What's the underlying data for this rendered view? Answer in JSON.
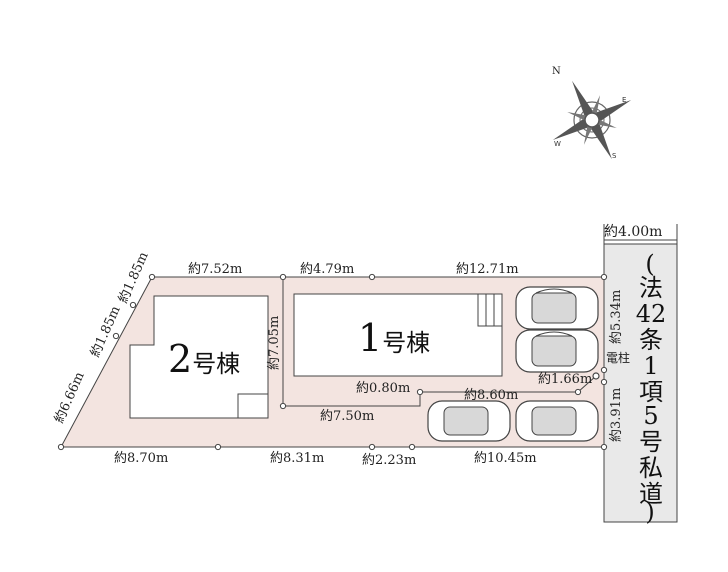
{
  "compass": {
    "n": "N",
    "e": "E",
    "s": "S",
    "w": "W",
    "icon": "compass-rose-icon"
  },
  "road": {
    "width_label": "約4.00m",
    "chars": [
      "(",
      "法",
      "42",
      "条",
      "1",
      "項",
      "5",
      "号",
      "私",
      "道",
      ")"
    ]
  },
  "buildings": {
    "b1": {
      "num": "1",
      "suffix": "号棟"
    },
    "b2": {
      "num": "2",
      "suffix": "号棟"
    }
  },
  "utility_pole_label": "電柱",
  "dimensions": {
    "top_7_52": "約7.52m",
    "top_4_79": "約4.79m",
    "top_12_71": "約12.71m",
    "left_1_85_a": "約1.85m",
    "left_1_85_b": "約1.85m",
    "left_6_66": "約6.66m",
    "mid_7_05": "約7.05m",
    "mid_0_80": "約0.80m",
    "mid_8_60": "約8.60m",
    "mid_7_50": "約7.50m",
    "right_5_34": "約5.34m",
    "right_1_66": "約1.66m",
    "right_3_91": "約3.91m",
    "bot_8_70": "約8.70m",
    "bot_8_31": "約8.31m",
    "bot_2_23": "約2.23m",
    "bot_10_45": "約10.45m"
  },
  "colors": {
    "lot_fill": "#f3e4e0",
    "road_fill": "#e9e9e9",
    "line": "#444444"
  }
}
